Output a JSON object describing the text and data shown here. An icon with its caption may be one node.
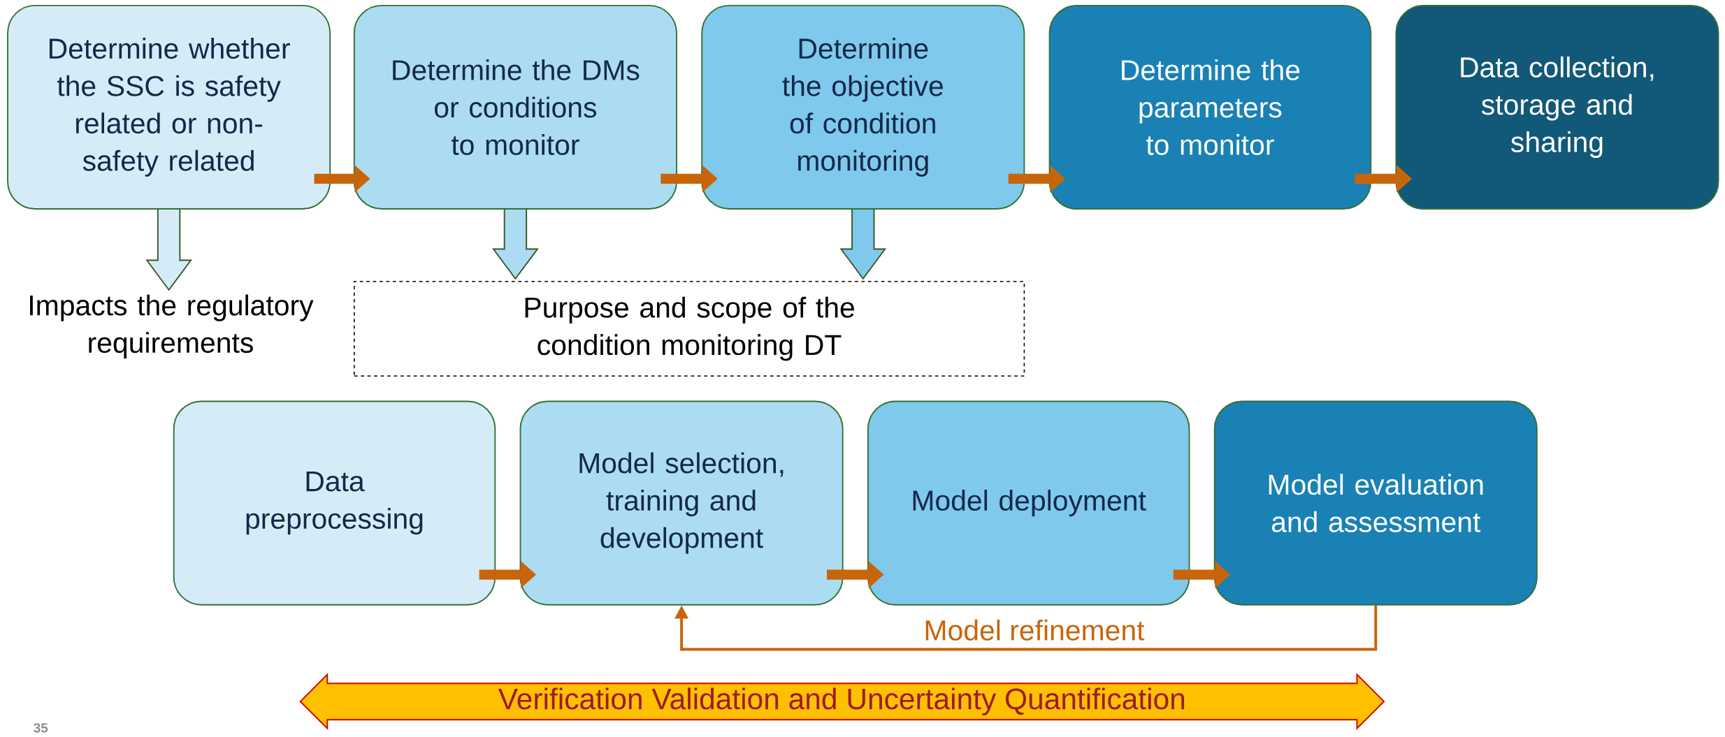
{
  "diagram": {
    "nodes": [
      {
        "text": [
          "Determine whether the SSC is safety related or non-safety related"
        ]
      },
      {
        "text": [
          "Determine the DMs or conditions to monitor"
        ]
      },
      {
        "text": [
          "Determine the objective of condition monitoring"
        ]
      },
      {
        "text": [
          "Determine the parameters to monitor"
        ]
      },
      {
        "text": [
          "Data collection, storage and sharing"
        ]
      },
      {
        "text": [
          "Impacts the regulatory requirements"
        ]
      },
      {
        "text": [
          "Purpose and scope of the condition monitoring DT"
        ]
      },
      {
        "text": [
          "Data preprocessing"
        ]
      },
      {
        "text": [
          "Model selection, training and development"
        ]
      },
      {
        "text": [
          "Model deployment"
        ]
      },
      {
        "text": [
          "Model evaluation and assessment"
        ]
      },
      {
        "text": [
          "Verification Validation and Uncertainty Quantification"
        ]
      }
    ],
    "edges": [
      {
        "from": 0,
        "to": 1,
        "arrow": "to"
      },
      {
        "from": 1,
        "to": 2,
        "arrow": "to"
      },
      {
        "from": 2,
        "to": 3,
        "arrow": "to"
      },
      {
        "from": 3,
        "to": 4,
        "arrow": "to"
      },
      {
        "from": 0,
        "to": 5,
        "arrow": "to",
        "color": "#375623"
      },
      {
        "from": 1,
        "to": 6,
        "arrow": "to",
        "color": "#375623"
      },
      {
        "from": 2,
        "to": 6,
        "arrow": "to",
        "color": "#375623"
      },
      {
        "from": 7,
        "to": 8,
        "arrow": "to"
      },
      {
        "from": 8,
        "to": 9,
        "arrow": "to"
      },
      {
        "from": 9,
        "to": 10,
        "arrow": "to"
      },
      {
        "from": 10,
        "to": 8,
        "arrow": "to",
        "label": "Model refinement"
      }
    ],
    "labels": [
      "35"
    ]
  }
}
